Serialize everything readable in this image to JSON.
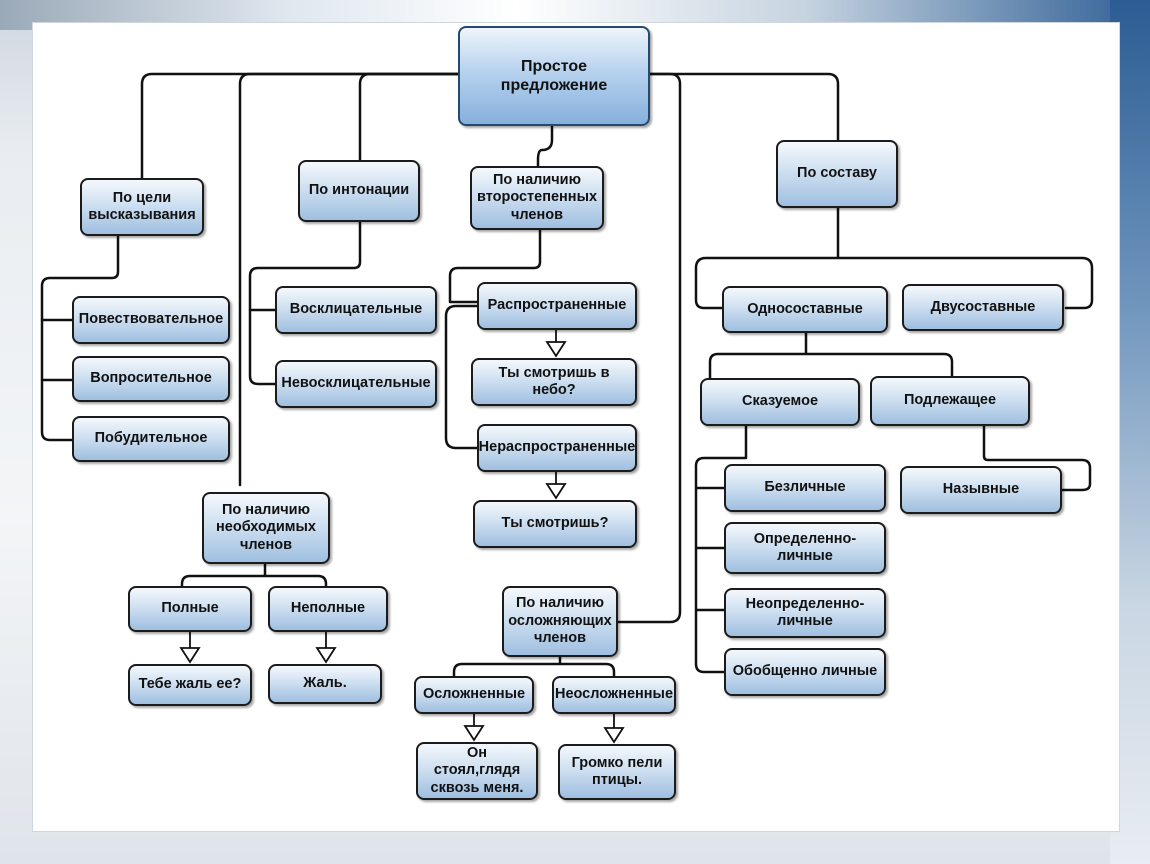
{
  "nodes": {
    "root": "Простое\nпредложение",
    "purpose": "По цели\nвысказывания",
    "intonation": "По интонации",
    "secondary": "По наличию\nвторостепенных\nчленов",
    "composition": "По составу",
    "narrative": "Повествовательное",
    "interrogative": "Вопросительное",
    "imperative": "Побудительное",
    "exclamatory": "Восклицательные",
    "non_exclamatory": "Невосклицательные",
    "extended": "Распространенные",
    "extended_example": "Ты смотришь в небо?",
    "non_extended": "Нераспространенные",
    "non_extended_example": "Ты смотришь?",
    "one_part": "Односоставные",
    "two_part": "Двусоставные",
    "predicate": "Сказуемое",
    "subject": "Подлежащее",
    "impersonal": "Безличные",
    "definite_personal": "Определенно-\nличные",
    "indefinite_personal": "Неопределенно-\nличные",
    "generalized_personal": "Обобщенно личные",
    "nominative": "Назывные",
    "necessary": "По наличию\nнеобходимых\nчленов",
    "complete": "Полные",
    "incomplete": "Неполные",
    "complete_example": "Тебе жаль ее?",
    "incomplete_example": "Жаль.",
    "complicating": "По наличию\nосложняющих\nчленов",
    "complicated": "Осложненные",
    "uncomplicated": "Неосложненные",
    "complicated_example": "Он стоял,глядя\nсквозь меня.",
    "uncomplicated_example": "Громко пели\nптицы."
  }
}
